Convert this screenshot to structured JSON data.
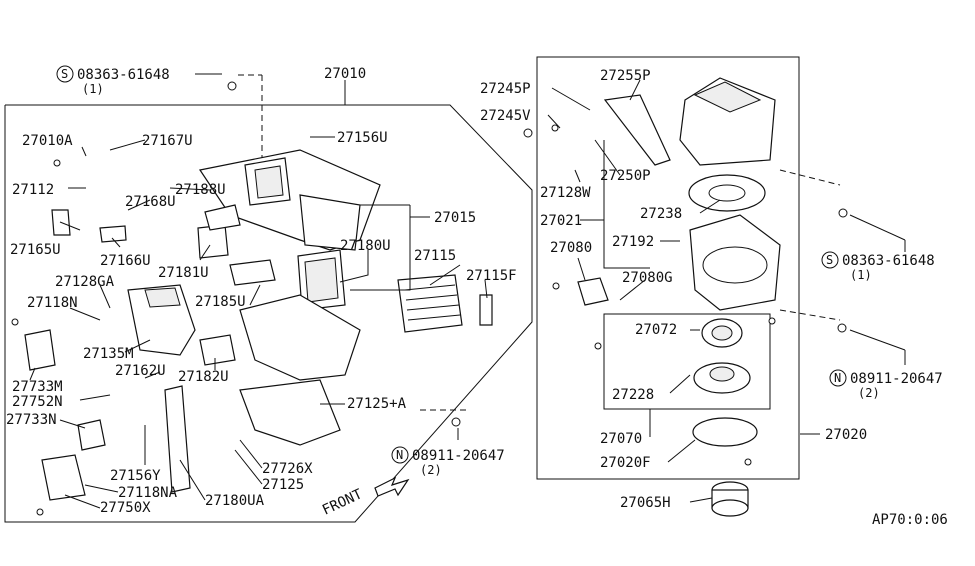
{
  "labels": {
    "p27010": "27010",
    "p27010A": "27010A",
    "p27167U": "27167U",
    "p27156U": "27156U",
    "p27112": "27112",
    "p27188U": "27188U",
    "p27168U": "27168U",
    "p27015": "27015",
    "p27165U": "27165U",
    "p27166U": "27166U",
    "p27181U": "27181U",
    "p27180U": "27180U",
    "p27115": "27115",
    "p27128GA": "27128GA",
    "p27115F": "27115F",
    "p27118N": "27118N",
    "p27185U": "27185U",
    "p27135M": "27135M",
    "p27162U": "27162U",
    "p27182U": "27182U",
    "p27733M": "27733M",
    "p27752N": "27752N",
    "p27125A": "27125+A",
    "p27733N": "27733N",
    "p27156Y": "27156Y",
    "p27726X": "27726X",
    "p27125": "27125",
    "p27118NA": "27118NA",
    "p27180UA": "27180UA",
    "p27750X": "27750X",
    "p27245P": "27245P",
    "p27255P": "27255P",
    "p27245V": "27245V",
    "p27250P": "27250P",
    "p27128W": "27128W",
    "p27021": "27021",
    "p27238": "27238",
    "p27192": "27192",
    "p27080": "27080",
    "p27080G": "27080G",
    "p27072": "27072",
    "p27228": "27228",
    "p27070": "27070",
    "p27020": "27020",
    "p27020F": "27020F",
    "p27065H": "27065H"
  },
  "fasteners": {
    "s_top": {
      "symbol": "S",
      "code": "08363-61648",
      "qty": "(1)"
    },
    "s_right": {
      "symbol": "S",
      "code": "08363-61648",
      "qty": "(1)"
    },
    "n_bottom": {
      "symbol": "N",
      "code": "08911-20647",
      "qty": "(2)"
    },
    "n_right": {
      "symbol": "N",
      "code": "08911-20647",
      "qty": "(2)"
    }
  },
  "front_label": "FRONT",
  "diagram_code": "AP70:0:06"
}
